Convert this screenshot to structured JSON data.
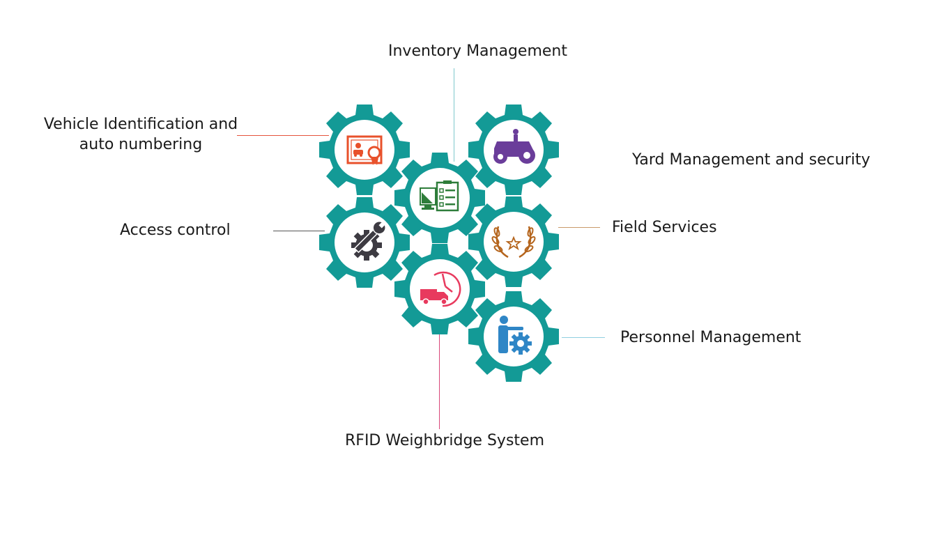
{
  "diagram": {
    "gear_color": "#139a96",
    "labels": {
      "vehicle_identification_line1": "Vehicle Identification and",
      "vehicle_identification_line2": "auto numbering",
      "inventory_management": "Inventory Management",
      "yard_management": "Yard Management and security",
      "access_control": "Access control",
      "field_services": "Field Services",
      "personnel_management": "Personnel Management",
      "rfid_weighbridge": "RFID Weighbridge System"
    },
    "connector_colors": {
      "vehicle_identification": "#e5533c",
      "inventory_management": "#7ec8cc",
      "access_control": "#555555",
      "field_services": "#c99a6a",
      "personnel_management": "#8fcfe0",
      "rfid_weighbridge": "#d9477a"
    },
    "icons": {
      "vehicle_identification": "vehicle-certificate-icon",
      "inventory_management": "inventory-clipboard-icon",
      "yard_management": "tractor-icon",
      "access_control": "wrench-gear-icon",
      "field_services": "laurel-star-icon",
      "personnel_management": "person-gear-icon",
      "rfid_weighbridge": "truck-clock-icon"
    },
    "icon_colors": {
      "vehicle_identification": "#e8512b",
      "inventory_management": "#2e7d3a",
      "yard_management": "#6a3d9a",
      "access_control": "#3d3b42",
      "field_services": "#b5651d",
      "personnel_management": "#2f86c6",
      "rfid_weighbridge": "#e83a5e"
    }
  }
}
